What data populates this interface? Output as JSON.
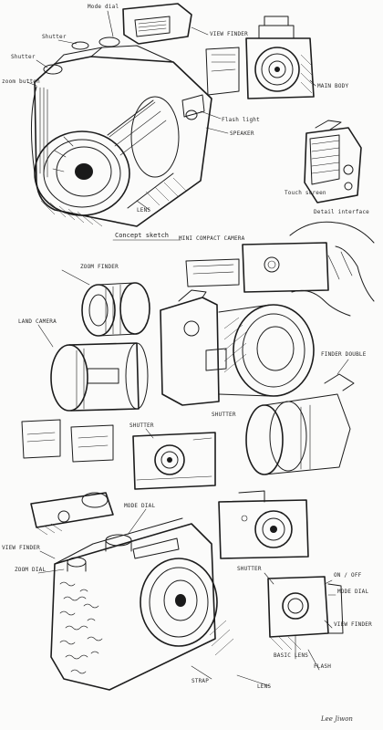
{
  "labels": {
    "mode_dial_top": "Mode dial",
    "shutter_top": "Shutter",
    "viewfinder_top": "VIEW FINDER",
    "zoom_button": "zoom button",
    "shutter_left": "Shutter",
    "main_body": "MAIN BODY",
    "flashlight": "Flash light",
    "speaker": "SPEAKER",
    "touch_screen": "Touch screen",
    "detail_interface": "Detail interface",
    "lens": "LENS",
    "concept_sketch": "Concept sketch",
    "mini_compact": "MINI COMPACT CAMERA",
    "zoom_finder": "ZOOM FINDER",
    "land_camera": "LAND CAMERA",
    "finder_double": "FINDER DOUBLE",
    "shutter_mid": "SHUTTER",
    "shutter_mid2": "SHUTTER",
    "mode_dial_bottom": "MODE DIAL",
    "view_finder_bottom": "VIEW FINDER",
    "zoom_dial": "ZOOM DIAL",
    "shutter_bottom": "SHUTTER",
    "on_off": "ON / OFF",
    "mode_dial_right": "MODE DIAL",
    "view_finder_right": "VIEW FINDER",
    "basic_lens": "BASIC LENS",
    "flash": "FLASH",
    "strap": "STRAP",
    "lens_bottom": "LENS"
  },
  "signature": "Lee Jiwon"
}
